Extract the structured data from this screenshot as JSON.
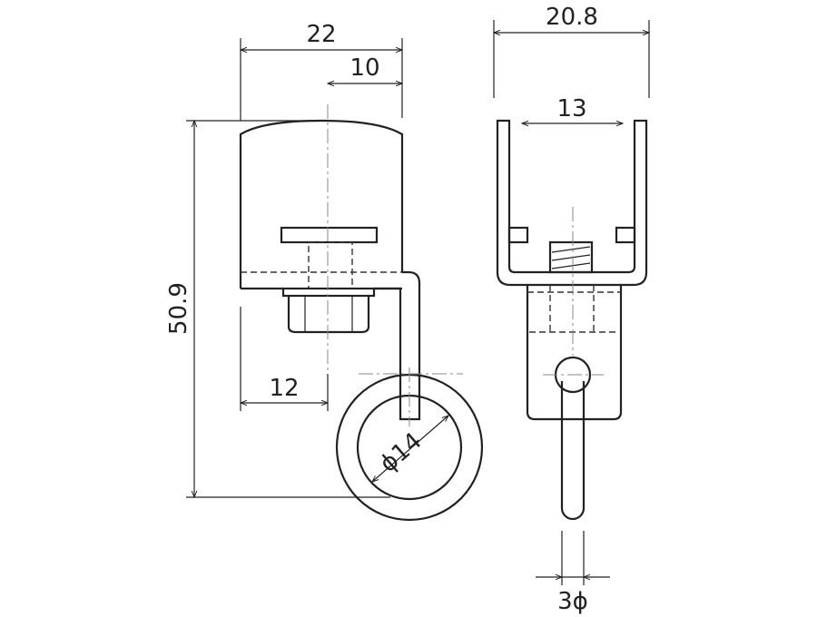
{
  "dimensions": {
    "width_front": "22",
    "offset_front": "10",
    "height_total": "50.9",
    "offset_lower": "12",
    "ring_diameter": "ϕ14",
    "width_side": "20.8",
    "inner_width_side": "13",
    "wire_diameter": "3ϕ"
  },
  "colors": {
    "line": "#222222",
    "center_line": "#888888",
    "background": "#ffffff"
  }
}
